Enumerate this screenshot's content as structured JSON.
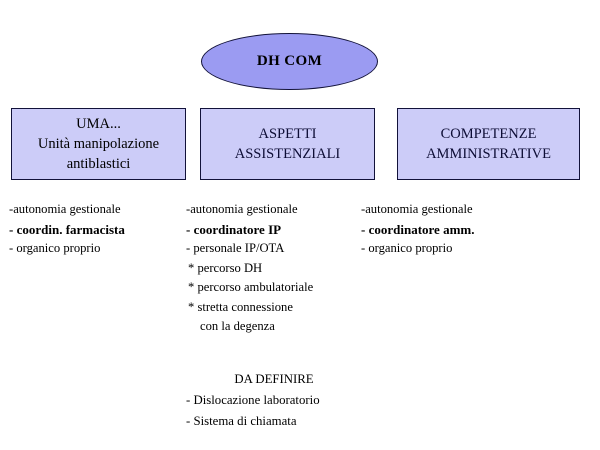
{
  "diagram": {
    "root": {
      "label": "DH COM",
      "shape": "ellipse",
      "fill": "#9b9bf2",
      "stroke": "#13133a"
    },
    "boxes": [
      {
        "id": "uma",
        "lines": [
          "UMA...",
          "Unità  manipolazione",
          "antiblastici"
        ],
        "fill": "#ccccf8",
        "stroke": "#12123a"
      },
      {
        "id": "aspetti",
        "lines": [
          "ASPETTI",
          "ASSISTENZIALI"
        ],
        "fill": "#ccccf8",
        "stroke": "#12123a"
      },
      {
        "id": "competenze",
        "lines": [
          "COMPETENZE",
          "AMMINISTRATIVE"
        ],
        "fill": "#ccccf8",
        "stroke": "#12123a"
      }
    ],
    "columns": [
      {
        "id": "uma",
        "items": [
          {
            "text": "-autonomia gestionale",
            "bold": false,
            "indent": false
          },
          {
            "text": "-  coordin.  farmacista",
            "bold": true,
            "indent": false
          },
          {
            "text": "- organico proprio",
            "bold": false,
            "indent": false
          }
        ]
      },
      {
        "id": "aspetti",
        "items": [
          {
            "text": "-autonomia gestionale",
            "bold": false,
            "indent": false
          },
          {
            "text": "- coordinatore IP",
            "bold": true,
            "indent": false
          },
          {
            "text": "- personale IP/OTA",
            "bold": false,
            "indent": false
          },
          {
            "text": "*  percorso DH",
            "bold": false,
            "indent": false
          },
          {
            "text": "*  percorso ambulatoriale",
            "bold": false,
            "indent": false
          },
          {
            "text": "* stretta connessione",
            "bold": false,
            "indent": false
          },
          {
            "text": "con la degenza",
            "bold": false,
            "indent": true
          }
        ]
      },
      {
        "id": "competenze",
        "items": [
          {
            "text": "-autonomia gestionale",
            "bold": false,
            "indent": false
          },
          {
            "text": "-  coordinatore amm.",
            "bold": true,
            "indent": false
          },
          {
            "text": "- organico proprio",
            "bold": false,
            "indent": false
          }
        ]
      }
    ],
    "footer": {
      "heading": "DA DEFINIRE",
      "items": [
        "- Dislocazione laboratorio",
        "- Sistema di chiamata"
      ]
    }
  }
}
